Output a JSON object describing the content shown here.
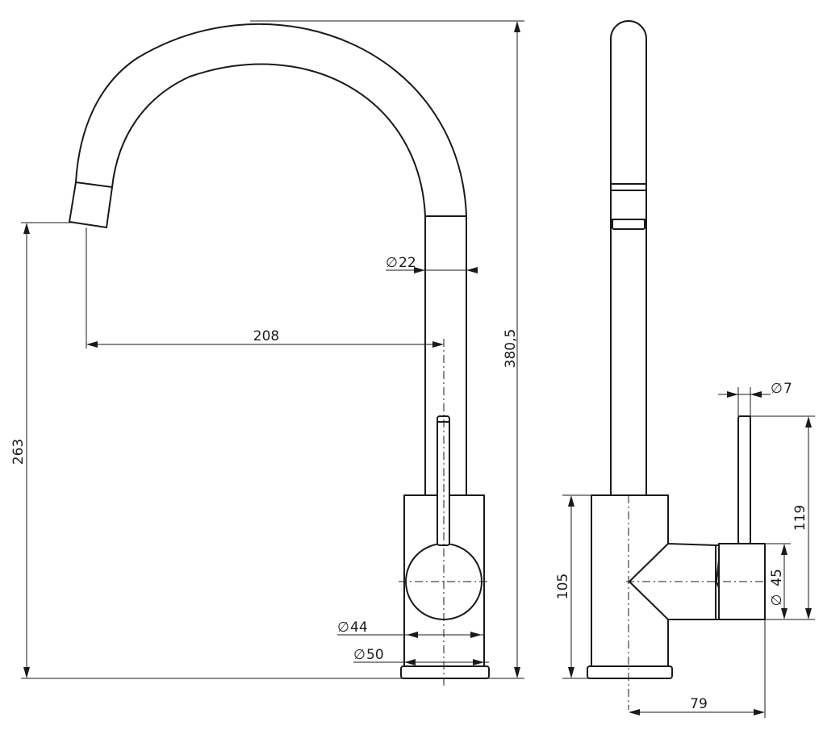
{
  "front_view": {
    "spout_diameter": "22",
    "spout_reach": "208",
    "total_height": "380,5",
    "spout_height": "263",
    "lever_ring_diameter": "44",
    "base_diameter": "50"
  },
  "side_view": {
    "lever_diameter": "7",
    "lever_height": "119",
    "cartridge_diameter": "45",
    "body_height": "105",
    "lever_offset": "79"
  },
  "diameter_symbol": "∅"
}
